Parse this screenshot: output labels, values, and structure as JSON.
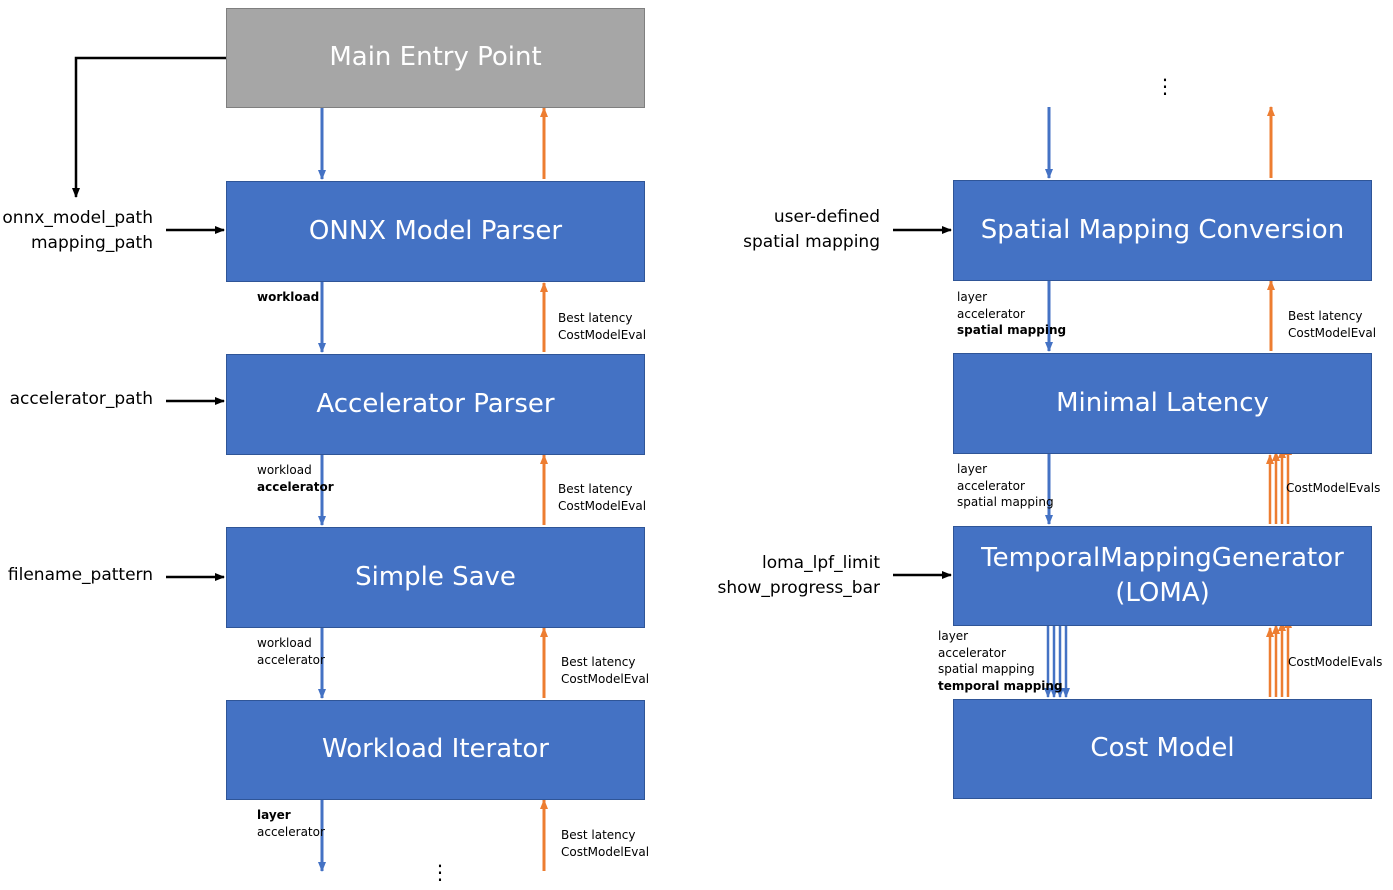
{
  "left": {
    "boxes": {
      "main": "Main Entry Point",
      "onnx": "ONNX Model Parser",
      "accel": "Accelerator Parser",
      "save": "Simple Save",
      "iter": "Workload Iterator"
    },
    "inputs": {
      "onnx": [
        "onnx_model_path",
        "mapping_path"
      ],
      "accel": [
        "accelerator_path"
      ],
      "save": [
        "filename_pattern"
      ]
    },
    "down_labels": {
      "l1": [
        "workload"
      ],
      "l2": [
        "workload",
        "accelerator"
      ],
      "l3": [
        "workload",
        "accelerator"
      ],
      "l4": [
        "layer",
        "accelerator"
      ]
    },
    "up_labels": {
      "l1": [
        "Best latency",
        "CostModelEval"
      ],
      "l2": [
        "Best latency",
        "CostModelEval"
      ],
      "l3": [
        "Best latency",
        "CostModelEval"
      ],
      "l4": [
        "Best latency",
        "CostModelEval"
      ]
    },
    "ellipsis": "⋮"
  },
  "right": {
    "boxes": {
      "spatial": "Spatial Mapping Conversion",
      "minimal": "Minimal Latency",
      "tmg": "TemporalMappingGenerator\n(LOMA)",
      "cost": "Cost Model"
    },
    "inputs": {
      "spatial": [
        "user-defined",
        "spatial mapping"
      ],
      "tmg": [
        "loma_lpf_limit",
        "show_progress_bar"
      ]
    },
    "down_labels": {
      "r1": [
        "layer",
        "accelerator",
        "spatial mapping"
      ],
      "r2": [
        "layer",
        "accelerator",
        "spatial mapping"
      ],
      "r3": [
        "layer",
        "accelerator",
        "spatial mapping",
        "temporal mapping"
      ]
    },
    "up_labels": {
      "r1": [
        "Best latency",
        "CostModelEval"
      ],
      "r2": [
        "CostModelEvals"
      ],
      "r3": [
        "CostModelEvals"
      ]
    },
    "ellipsis": "⋮"
  },
  "colors": {
    "box_blue": "#4472c4",
    "box_gray": "#a6a6a6",
    "arrow_down": "#4472c4",
    "arrow_up": "#ed7d31",
    "arrow_input": "#000000"
  }
}
